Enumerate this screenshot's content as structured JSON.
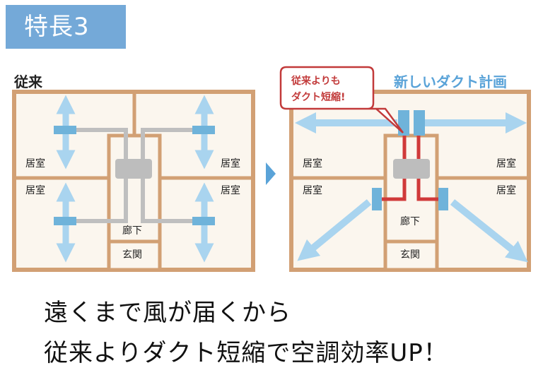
{
  "badge": {
    "label": "特長3"
  },
  "conventional": {
    "title": "従来",
    "rooms": {
      "tl": "居室",
      "tr": "居室",
      "bl": "居室",
      "br": "居室",
      "hall": "廊下",
      "entrance": "玄関"
    }
  },
  "new_duct": {
    "title": "新しいダクト計画",
    "callout_line1": "従来よりも",
    "callout_line2": "ダクト短縮!",
    "rooms": {
      "tl": "居室",
      "tr": "居室",
      "bl": "居室",
      "br": "居室",
      "hall": "廊下",
      "entrance": "玄関"
    }
  },
  "caption": {
    "line1": "遠くまで風が届くから",
    "line2": "従来よりダクト短縮で空調効率UP！"
  },
  "colors": {
    "badge": "#74a9d8",
    "wall": "#d2a074",
    "floor": "#fbf6ee",
    "duct_gray": "#bfbfbf",
    "duct_red": "#d03a3a",
    "airflow": "#a9d4ef",
    "vent": "#6fb3da",
    "arrow": "#5aa3d8"
  }
}
